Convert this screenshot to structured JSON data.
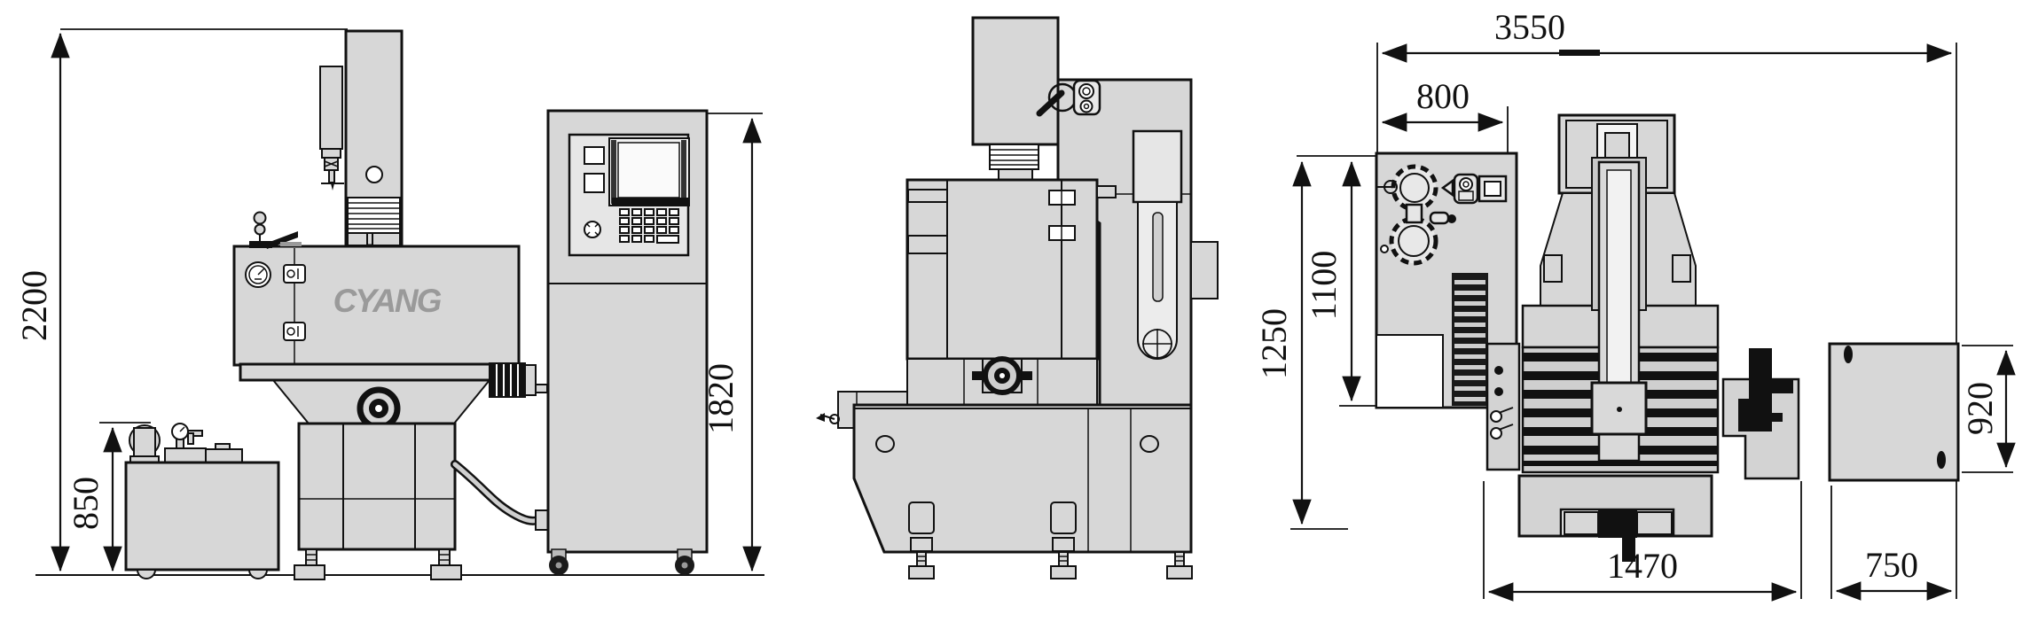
{
  "drawing": {
    "logo": {
      "text": "CYANG",
      "color": "#9a9a9a"
    },
    "dimensions": {
      "front_overall_height": "2200",
      "front_filter_tank_height": "850",
      "front_cabinet_height": "1820",
      "top_overall_length": "3550",
      "top_filter_unit_width": "800",
      "top_filter_unit_depth": "1100",
      "top_overall_depth": "1250",
      "top_cabinet_depth": "920",
      "top_machine_length": "1470",
      "top_cabinet_width": "750"
    }
  }
}
